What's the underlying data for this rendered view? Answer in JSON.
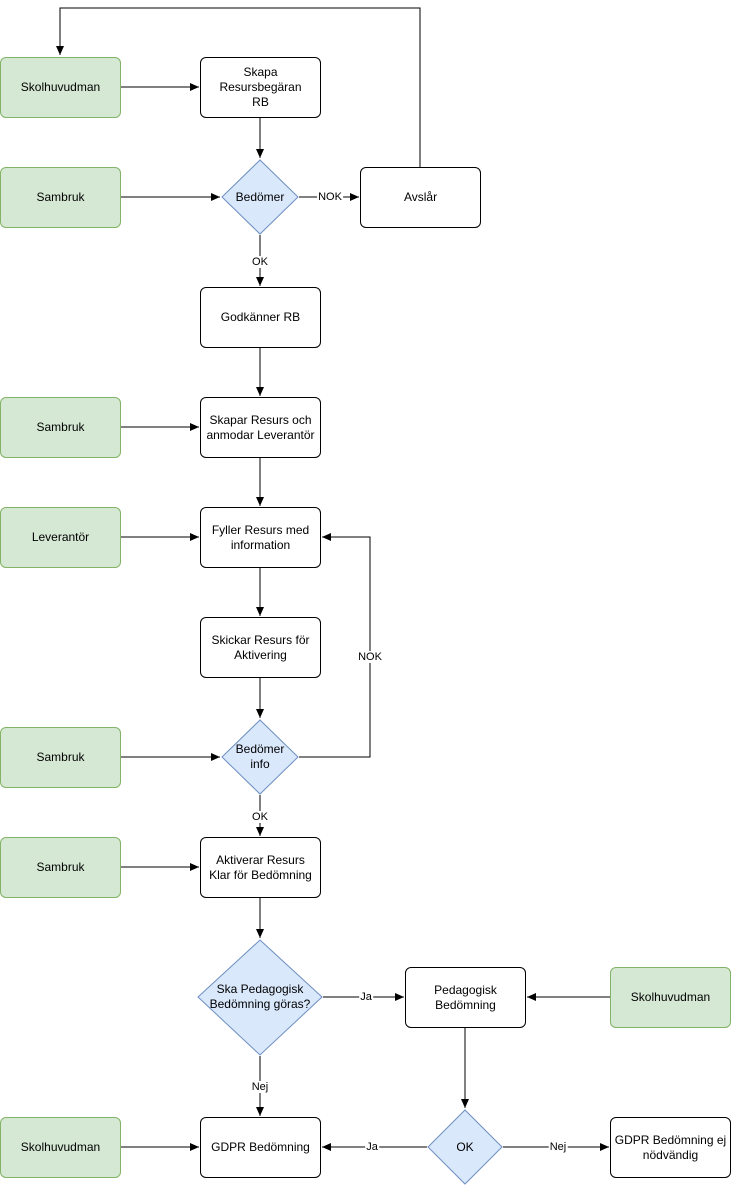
{
  "colors": {
    "actor_fill": "#d5e8d4",
    "actor_border": "#82b366",
    "decision_fill": "#dae8fc",
    "decision_border": "#6c8ebf",
    "line": "#000000"
  },
  "actors": {
    "skolhuvudman_1": "Skolhuvudman",
    "sambruk_1": "Sambruk",
    "sambruk_2": "Sambruk",
    "leverantor": "Leverantör",
    "sambruk_3": "Sambruk",
    "sambruk_4": "Sambruk",
    "skolhuvudman_2": "Skolhuvudman",
    "skolhuvudman_3": "Skolhuvudman"
  },
  "processes": {
    "skapa_rb": "Skapa Resursbegäran RB",
    "avslar": "Avslår",
    "godkanner_rb": "Godkänner RB",
    "skapar_resurs": "Skapar Resurs och anmodar Leverantör",
    "fyller_resurs": "Fyller Resurs med information",
    "skickar_resurs": "Skickar Resurs för Aktivering",
    "aktiverar_resurs": "Aktiverar Resurs Klar för Bedömning",
    "pedagogisk_bedomning": "Pedagogisk Bedömning",
    "gdpr_bedomning": "GDPR Bedömning",
    "gdpr_ej_nodvandig": "GDPR Bedömning ej nödvändig"
  },
  "decisions": {
    "bedomer": "Bedömer",
    "bedomer_info": "Bedömer info",
    "ska_pedagogisk": "Ska Pedagogisk Bedömning göras?",
    "ok": "OK"
  },
  "edge_labels": {
    "nok_1": "NOK",
    "ok_1": "OK",
    "nok_2": "NOK",
    "ok_2": "OK",
    "ja_1": "Ja",
    "nej_1": "Nej",
    "ja_2": "Ja",
    "nej_2": "Nej"
  }
}
